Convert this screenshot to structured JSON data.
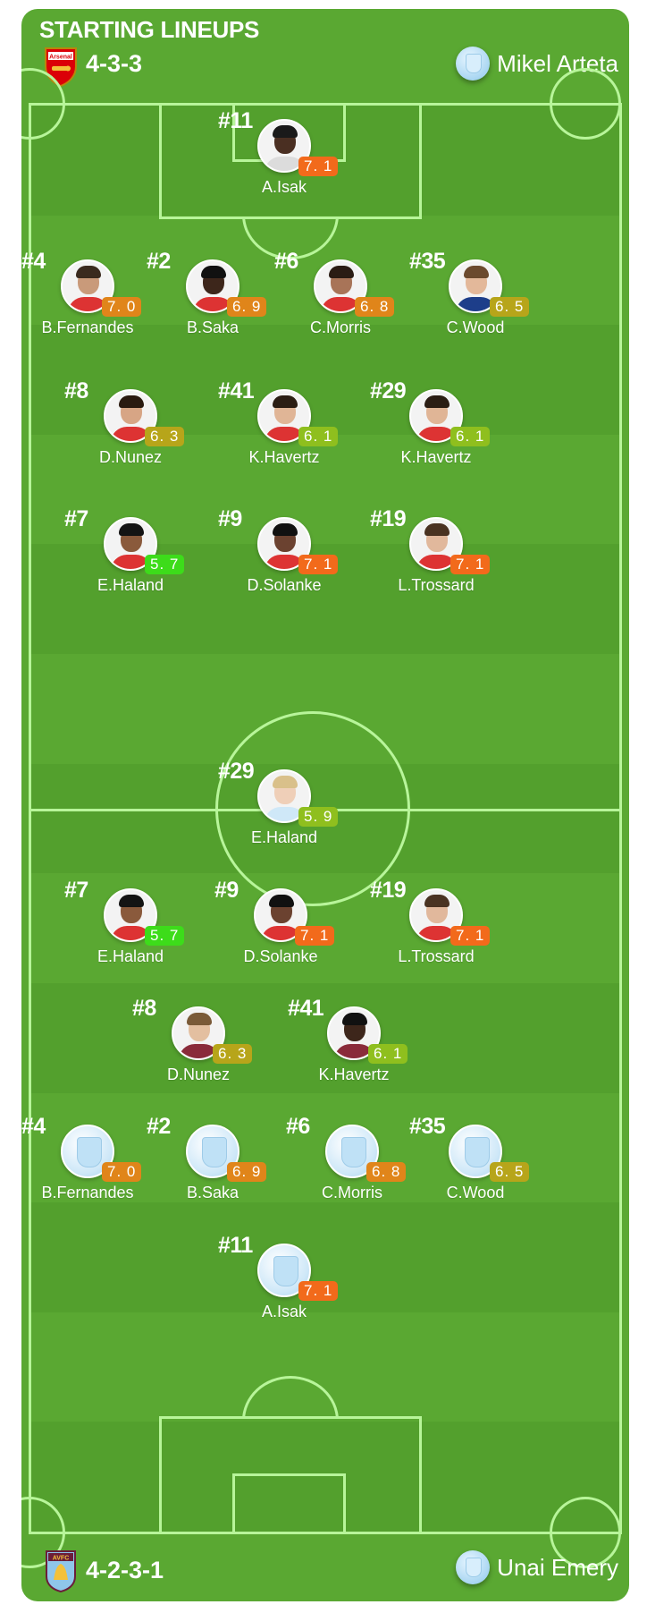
{
  "title": "STARTING LINEUPS",
  "colors": {
    "pitch": "#5aa832",
    "stripe_dark": "#53a02d",
    "line": "#b8f59a",
    "rating_orange": "#f26a1b",
    "rating_yellow": "#e0851a",
    "rating_olive": "#b7a51a",
    "rating_lime": "#8fbf1e",
    "rating_green": "#3ddc1a"
  },
  "home": {
    "crest": "arsenal-crest",
    "crest_text": "Arsenal",
    "formation": "4-3-3",
    "coach": "Mikel Arteta",
    "players": [
      {
        "number": "#11",
        "name": "A.Isak",
        "rating": "7. 1",
        "rating_color": "#f26a1b",
        "skin": "#4a2f22",
        "hair": "#1a1a1a",
        "shirt": "#dcdcdc"
      },
      {
        "number": "#4",
        "name": "B.Fernandes",
        "rating": "7. 0",
        "rating_color": "#e0851a",
        "skin": "#c99a7a",
        "hair": "#3a2a1e",
        "shirt": "#d33"
      },
      {
        "number": "#2",
        "name": "B.Saka",
        "rating": "6. 9",
        "rating_color": "#e0851a",
        "skin": "#3d261b",
        "hair": "#111",
        "shirt": "#d33"
      },
      {
        "number": "#6",
        "name": "C.Morris",
        "rating": "6. 8",
        "rating_color": "#e0851a",
        "skin": "#a87458",
        "hair": "#2a1c14",
        "shirt": "#d33"
      },
      {
        "number": "#35",
        "name": "C.Wood",
        "rating": "6. 5",
        "rating_color": "#b7a51a",
        "skin": "#e3b89a",
        "hair": "#6b4a2e",
        "shirt": "#1d3e8a"
      },
      {
        "number": "#8",
        "name": "D.Nunez",
        "rating": "6. 3",
        "rating_color": "#b7a51a",
        "skin": "#d7a585",
        "hair": "#2a1a10",
        "shirt": "#d33"
      },
      {
        "number": "#41",
        "name": "K.Havertz",
        "rating": "6. 1",
        "rating_color": "#8fbf1e",
        "skin": "#e0b596",
        "hair": "#2b1e14",
        "shirt": "#d33"
      },
      {
        "number": "#29",
        "name": "K.Havertz",
        "rating": "6. 1",
        "rating_color": "#8fbf1e",
        "skin": "#e0b596",
        "hair": "#2b1e14",
        "shirt": "#d33"
      },
      {
        "number": "#7",
        "name": "E.Haland",
        "rating": "5. 7",
        "rating_color": "#3ddc1a",
        "skin": "#8a5a3c",
        "hair": "#141414",
        "shirt": "#d33"
      },
      {
        "number": "#9",
        "name": "D.Solanke",
        "rating": "7. 1",
        "rating_color": "#f26a1b",
        "skin": "#6b4230",
        "hair": "#111",
        "shirt": "#d33"
      },
      {
        "number": "#19",
        "name": "L.Trossard",
        "rating": "7. 1",
        "rating_color": "#f26a1b",
        "skin": "#e1b89c",
        "hair": "#4a3322",
        "shirt": "#d33"
      }
    ]
  },
  "away": {
    "crest": "aston-villa-crest",
    "crest_text": "AVFC",
    "formation": "4-2-3-1",
    "coach": "Unai Emery",
    "players": [
      {
        "number": "#29",
        "name": "E.Haland",
        "rating": "5. 9",
        "rating_color": "#8fbf1e",
        "skin": "#efcfb8",
        "hair": "#d9c08a",
        "shirt": "#cfe8f8"
      },
      {
        "number": "#7",
        "name": "E.Haland",
        "rating": "5. 7",
        "rating_color": "#3ddc1a",
        "skin": "#8a5a3c",
        "hair": "#141414",
        "shirt": "#d33"
      },
      {
        "number": "#9",
        "name": "D.Solanke",
        "rating": "7. 1",
        "rating_color": "#f26a1b",
        "skin": "#6b4230",
        "hair": "#111",
        "shirt": "#d33"
      },
      {
        "number": "#19",
        "name": "L.Trossard",
        "rating": "7. 1",
        "rating_color": "#f26a1b",
        "skin": "#e1b89c",
        "hair": "#4a3322",
        "shirt": "#d33"
      },
      {
        "number": "#8",
        "name": "D.Nunez",
        "rating": "6. 3",
        "rating_color": "#b7a51a",
        "skin": "#e3bfa0",
        "hair": "#7a5a38",
        "shirt": "#8a2b3a"
      },
      {
        "number": "#41",
        "name": "K.Havertz",
        "rating": "6. 1",
        "rating_color": "#8fbf1e",
        "skin": "#3d261b",
        "hair": "#111",
        "shirt": "#8a2b3a"
      },
      {
        "number": "#4",
        "name": "B.Fernandes",
        "rating": "7. 0",
        "rating_color": "#e0851a",
        "kit": true
      },
      {
        "number": "#2",
        "name": "B.Saka",
        "rating": "6. 9",
        "rating_color": "#e0851a",
        "kit": true
      },
      {
        "number": "#6",
        "name": "C.Morris",
        "rating": "6. 8",
        "rating_color": "#e0851a",
        "kit": true
      },
      {
        "number": "#35",
        "name": "C.Wood",
        "rating": "6. 5",
        "rating_color": "#b7a51a",
        "kit": true
      },
      {
        "number": "#11",
        "name": "A.Isak",
        "rating": "7. 1",
        "rating_color": "#f26a1b",
        "kit": true
      }
    ]
  }
}
